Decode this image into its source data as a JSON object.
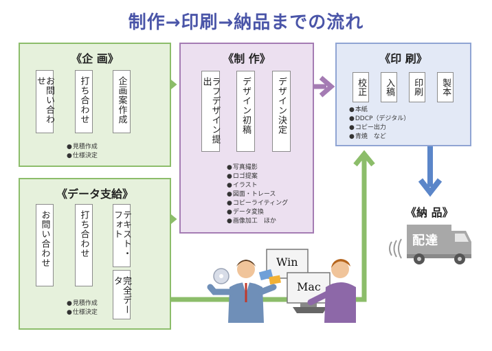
{
  "title": "制作→印刷→納品までの流れ",
  "panels": {
    "kikaku": {
      "title": "《企 画》",
      "boxes": [
        "お問い合わせ",
        "打ち合わせ",
        "企画案作成"
      ],
      "notes": [
        "見積作成",
        "仕様決定"
      ]
    },
    "data": {
      "title": "《データ支給》",
      "boxes": [
        "お問い合わせ",
        "打ち合わせ",
        "テキスト・フォト",
        "完全データ"
      ],
      "notes": [
        "見積作成",
        "仕様決定"
      ]
    },
    "seisaku": {
      "title": "《制 作》",
      "boxes": [
        "ラフデザイン提出",
        "デザイン初稿",
        "デザイン決定"
      ],
      "notes": [
        "写真撮影",
        "ロゴ提案",
        "イラスト",
        "図面・トレース",
        "コピーライティング",
        "データ変換",
        "画像加工　ほか"
      ]
    },
    "insatsu": {
      "title": "《印 刷》",
      "boxes": [
        "校正",
        "入稿",
        "印刷",
        "製本"
      ],
      "notes": [
        "本紙",
        "DDCP（デジタル）",
        "コピー出力",
        "青焼　など"
      ]
    }
  },
  "delivery": {
    "title": "《納 品》",
    "truck_label": "配達"
  },
  "computers": {
    "win": "Win",
    "mac": "Mac"
  },
  "colors": {
    "green": "#8cbd6a",
    "purple": "#a47bb3",
    "blue": "#5b86c9",
    "title": "#4a55a8"
  }
}
